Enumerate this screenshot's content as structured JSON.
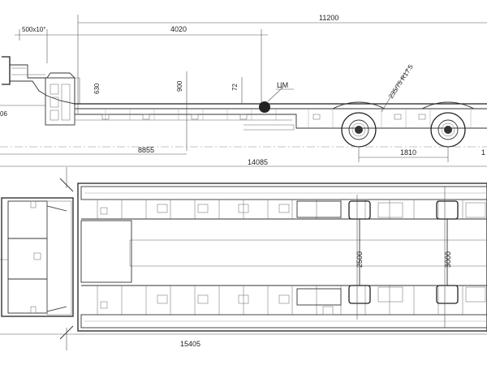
{
  "dimensions": {
    "overall_length_top": "11200",
    "kingpin_offset": "500x10°",
    "gooseneck_length": "4020",
    "deck_height_front": "630",
    "deck_height_main": "900",
    "deck_thickness": "72",
    "tire_spec": "235/75 R17.5",
    "center_of_mass": "ЦМ",
    "front_overhang": "06",
    "cg_distance": "8855",
    "total_length_side": "14085",
    "axle_spacing": "1810",
    "deck_width": "2500",
    "overall_width": "3000",
    "overall_length_plan": "15405"
  }
}
